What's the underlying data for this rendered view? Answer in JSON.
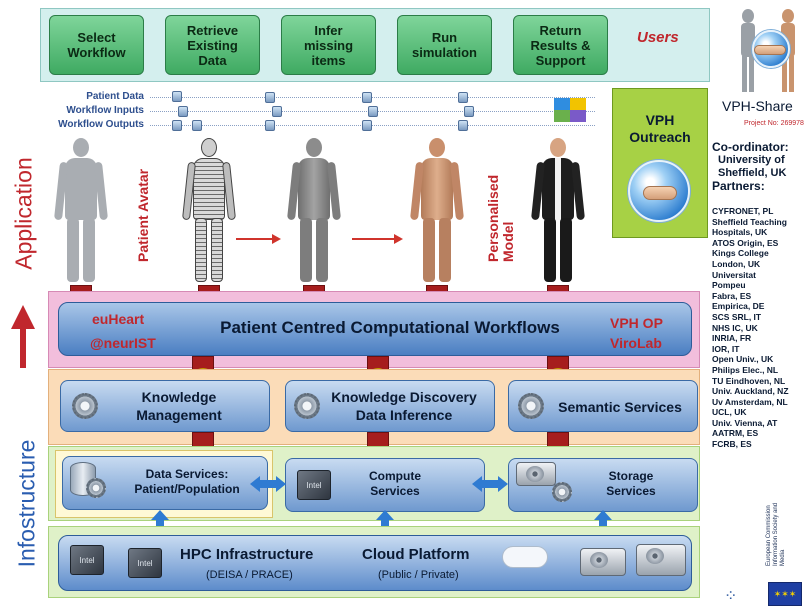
{
  "users_band": {
    "steps": [
      "Select\nWorkflow",
      "Retrieve\nExisting\nData",
      "Infer\nmissing\nitems",
      "Run\nsimulation",
      "Return\nResults &\nSupport"
    ],
    "users_label": "Users"
  },
  "legend": {
    "patient_data": "Patient Data",
    "workflow_inputs": "Workflow Inputs",
    "workflow_outputs": "Workflow Outputs"
  },
  "side_labels": {
    "application": "Application",
    "infrastructure": "Infostructure"
  },
  "figure_labels": {
    "patient_avatar": "Patient Avatar",
    "personalised_model": "Personalised\nModel"
  },
  "workflow": {
    "title": "Patient Centred Computational Workflows",
    "left_top": "euHeart",
    "left_bottom": "@neurIST",
    "right_top": "VPH OP",
    "right_bottom": "ViroLab"
  },
  "knowledge": {
    "management": "Knowledge\nManagement",
    "discovery": "Knowledge Discovery\nData Inference",
    "semantic": "Semantic Services"
  },
  "services": {
    "data": "Data Services:\nPatient/Population",
    "compute": "Compute\nServices",
    "storage": "Storage\nServices"
  },
  "hpc": {
    "title": "HPC Infrastructure",
    "subtitle": "(DEISA / PRACE)",
    "cloud_title": "Cloud Platform",
    "cloud_subtitle": "(Public / Private)",
    "chip_label": "Intel"
  },
  "outreach": {
    "title": "VPH\nOutreach"
  },
  "project": {
    "name": "VPH-Share",
    "project_no": "Project No: 269978",
    "coordinator_label": "Co-ordinator:",
    "coordinator": "University of Sheffield, UK",
    "partners_label": "Partners:",
    "partners": "CYFRONET, PL\nSheffield Teaching\n    Hospitals, UK\nATOS Origin, ES\nKings College\n    London, UK\nUniversitat\nPompeu\n    Fabra, ES\nEmpirica, DE\nSCS SRL, IT\nNHS IC, UK\nINRIA, FR\nIOR, IT\nOpen Univ., UK\nPhilips Elec., NL\nTU Eindhoven, NL\nUniv. Auckland, NZ\nUv Amsterdam, NL\nUCL, UK\nUniv. Vienna, AT\nAATRM, ES\nFCRB, ES",
    "ec_text": "European Commission\nInformation Society and Media"
  },
  "colors": {
    "users_band": "#d4efee",
    "workflow_band": "#f2bedc",
    "knowledge_band": "#fbdcb8",
    "services_band": "#dff1c8",
    "outreach": "#a7d145",
    "accent_red": "#c0272d",
    "accent_blue": "#2a5db0"
  },
  "icons": [
    "gear-icon",
    "database-icon",
    "cpu-chip-icon",
    "hard-drive-icon",
    "cloud-icon",
    "globe-icon",
    "handshake-icon",
    "eu-flag-icon"
  ]
}
